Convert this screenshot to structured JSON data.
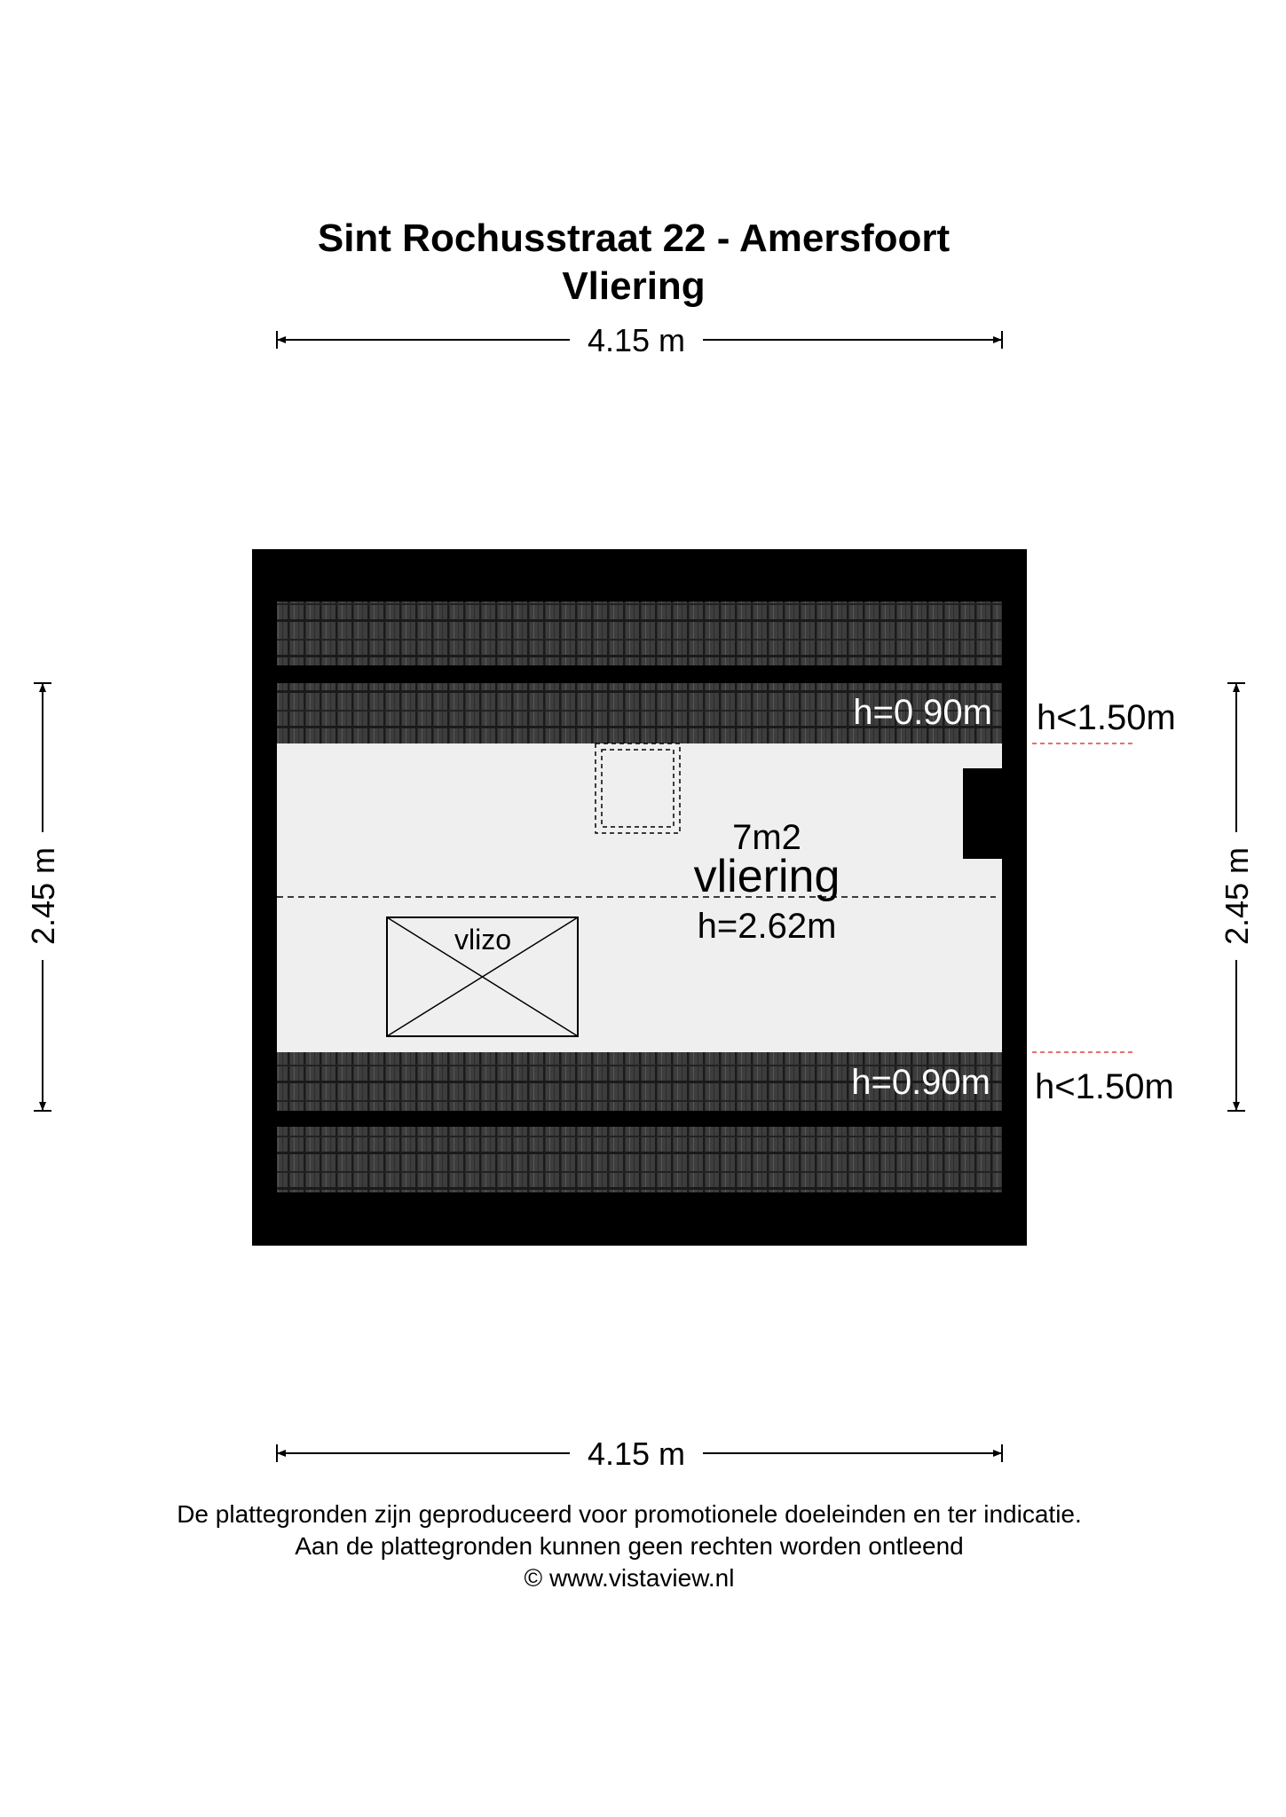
{
  "header": {
    "address": "Sint Rochusstraat 22 - Amersfoort",
    "floor": "Vliering"
  },
  "dimensions": {
    "top_width": "4.15 m",
    "bottom_width": "4.15 m",
    "left_height": "2.45 m",
    "right_height": "2.45 m"
  },
  "room": {
    "area": "7m2",
    "name": "vliering",
    "height": "h=2.62m",
    "hatch_label": "vlizo"
  },
  "roof_heights": {
    "top_inside": "h=0.90m",
    "top_outside": "h<1.50m",
    "bottom_inside": "h=0.90m",
    "bottom_outside": "h<1.50m"
  },
  "colors": {
    "wall": "#000000",
    "floor": "#efefef",
    "tile": "#3d3d3d",
    "tile_line": "#1a1a1a",
    "limit_line": "#e0403a"
  },
  "footer": {
    "line1": "De plattegronden zijn geproduceerd voor promotionele doeleinden en ter indicatie.",
    "line2": "Aan de plattegronden kunnen geen rechten worden ontleend",
    "line3": "© www.vistaview.nl"
  }
}
